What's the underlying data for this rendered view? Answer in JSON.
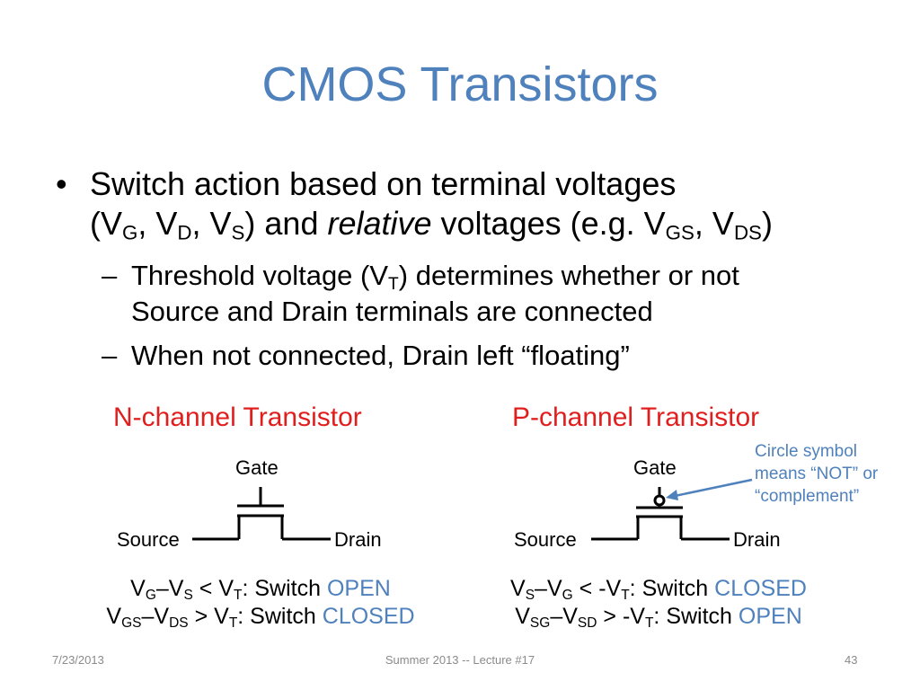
{
  "slide": {
    "title": "CMOS Transistors",
    "bullet1": {
      "marker": "•",
      "line1": "Switch action based on terminal voltages",
      "l2_a": "(V",
      "l2_G": "G",
      "l2_b": ", V",
      "l2_D": "D",
      "l2_c": ", V",
      "l2_S": "S",
      "l2_d": ") and ",
      "l2_relative": "relative",
      "l2_e": " voltages (e.g. V",
      "l2_GS": "GS",
      "l2_f": ", V",
      "l2_DS": "DS",
      "l2_g": ")"
    },
    "sub1": {
      "marker": "–",
      "a": "Threshold voltage (V",
      "T": "T",
      "b": ") determines whether or not",
      "line2": "Source and Drain terminals are connected"
    },
    "sub2": {
      "marker": "–",
      "text": "When not connected, Drain left “floating”"
    },
    "n_channel": {
      "heading": "N-channel Transistor",
      "gate": "Gate",
      "source": "Source",
      "drain": "Drain",
      "cond1": {
        "v1": "V",
        "s1": "G",
        "dash": "–V",
        "s2": "S",
        "lt": " < V",
        "s3": "T",
        "mid": ":  Switch ",
        "state": "OPEN"
      },
      "cond2": {
        "v1": "V",
        "s1": "GS",
        "dash": "–V",
        "s2": "DS",
        "gt": " > V",
        "s3": "T",
        "mid": ":  Switch ",
        "state": "CLOSED"
      }
    },
    "p_channel": {
      "heading": "P-channel Transistor",
      "gate": "Gate",
      "source": "Source",
      "drain": "Drain",
      "cond1": {
        "v1": "V",
        "s1": "S",
        "dash": "–V",
        "s2": "G",
        "lt": " < -V",
        "s3": "T",
        "mid": ":  Switch ",
        "state": "CLOSED"
      },
      "cond2": {
        "v1": "V",
        "s1": "SG",
        "dash": "–V",
        "s2": "SD",
        "gt": " > -V",
        "s3": "T",
        "mid": ":  Switch ",
        "state": "OPEN"
      }
    },
    "annotation": {
      "line1": "Circle symbol",
      "line2": "means “NOT” or",
      "line3": "“complement”"
    },
    "footer": {
      "date": "7/23/2013",
      "course": "Summer 2013 -- Lecture #17",
      "page": "43"
    },
    "colors": {
      "title": "#4f81bd",
      "heading": "#e11e1e",
      "accent": "#4f81bd"
    }
  }
}
